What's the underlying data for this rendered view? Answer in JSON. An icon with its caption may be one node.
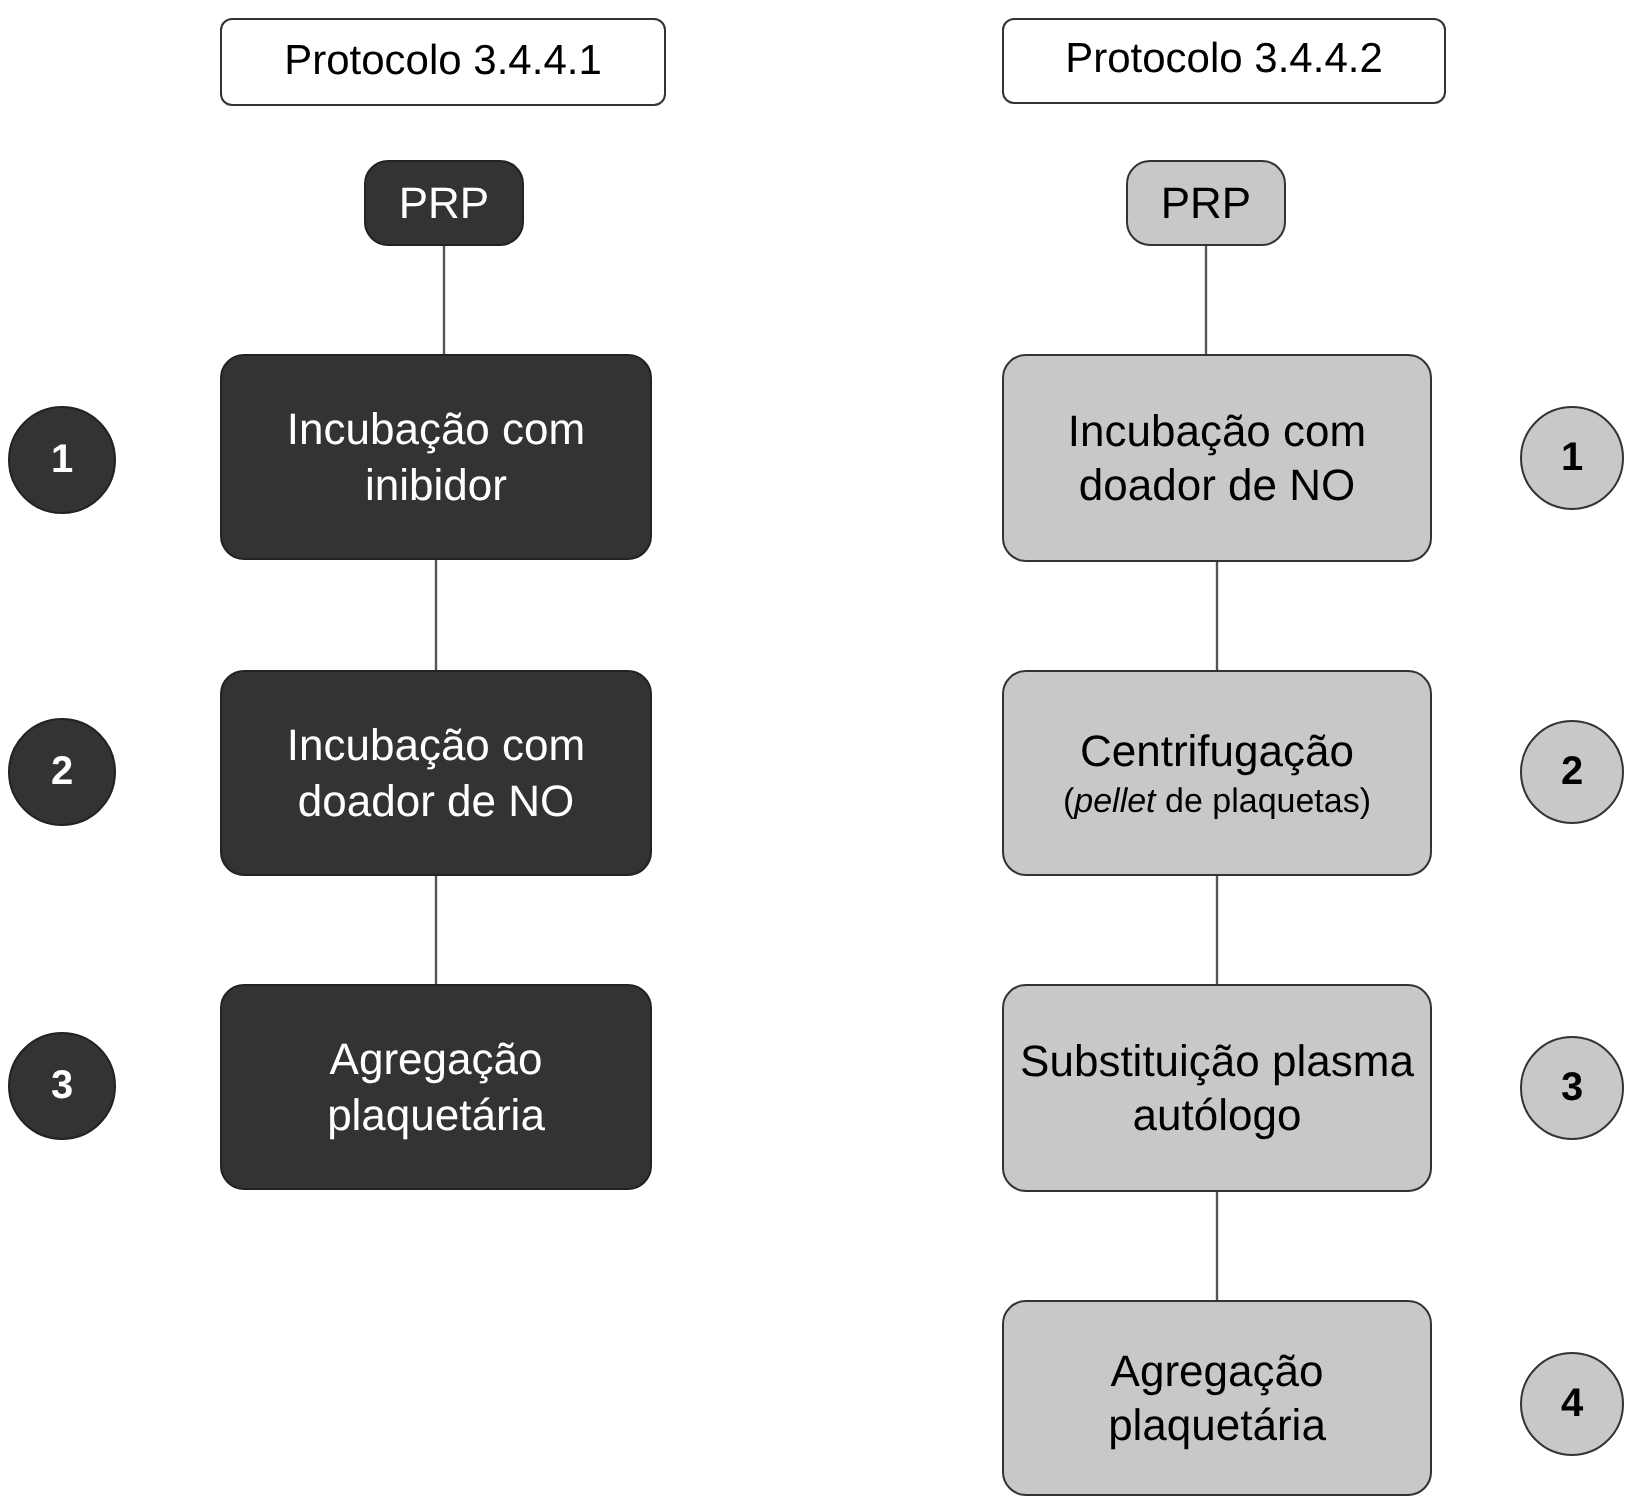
{
  "diagram": {
    "nodes": [
      {
        "text": [
          "Protocolo 3.4.4.1"
        ]
      },
      {
        "text": [
          "PRP"
        ]
      },
      {
        "text": [
          "1"
        ]
      },
      {
        "text": [
          "Incubação com inibidor"
        ]
      },
      {
        "text": [
          "2"
        ]
      },
      {
        "text": [
          "Incubação com doador de NO"
        ]
      },
      {
        "text": [
          "3"
        ]
      },
      {
        "text": [
          "Agregação plaquetária"
        ]
      },
      {
        "text": [
          "Protocolo 3.4.4.2"
        ]
      },
      {
        "text": [
          "PRP"
        ]
      },
      {
        "text": [
          "Incubação com doador de NO"
        ]
      },
      {
        "text": [
          "1"
        ]
      },
      {
        "text": [
          "Centrifugação",
          "(*pellet* de plaquetas)"
        ]
      },
      {
        "text": [
          "2"
        ]
      },
      {
        "text": [
          "Substituição plasma autólogo"
        ]
      },
      {
        "text": [
          "3"
        ]
      },
      {
        "text": [
          "Agregação plaquetária"
        ]
      },
      {
        "text": [
          "4"
        ]
      }
    ],
    "edges": [
      {
        "from": 1,
        "to": 3,
        "arrow": "none"
      },
      {
        "from": 3,
        "to": 5,
        "arrow": "none"
      },
      {
        "from": 5,
        "to": 7,
        "arrow": "none"
      },
      {
        "from": 9,
        "to": 10,
        "arrow": "none"
      },
      {
        "from": 10,
        "to": 12,
        "arrow": "none"
      },
      {
        "from": 12,
        "to": 14,
        "arrow": "none"
      },
      {
        "from": 14,
        "to": 16,
        "arrow": "none"
      }
    ]
  }
}
